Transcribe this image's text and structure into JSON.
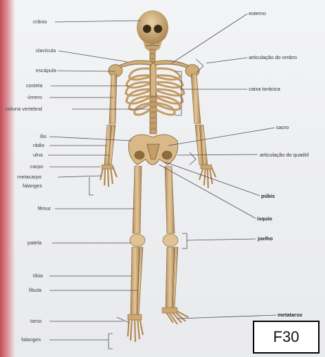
{
  "labels_left": {
    "cranio": "crânio",
    "clavicula": "clavícula",
    "escapula": "escápula",
    "costela": "costela",
    "umero": "úmero",
    "coluna": "coluna vertebral",
    "ilio": "ílio",
    "radio": "rádio",
    "ulna": "ulna",
    "carpo": "carpo",
    "metacarpo": "metacarpo",
    "falanges_mao": "falanges",
    "femur": "fêmur",
    "patela": "patela",
    "tibia": "tíbia",
    "fibula": "fíbula",
    "tarso": "tarso",
    "falanges_pe": "falanges"
  },
  "labels_right": {
    "esterno": "esterno",
    "articulacao_ombro": "articulação do ombro",
    "caixa_toracica": "caixa torácica",
    "sacro": "sacro",
    "articulacao_quadril": "articulação do quadril",
    "pubis": "púbis",
    "isquio": "ísquio",
    "joelho": "joelho",
    "metatarso": "metatarso"
  },
  "badge": "F30",
  "colors": {
    "bone": "#d9b987",
    "bone_shadow": "#a9824f",
    "line": "#555566",
    "background": "#eef0f2"
  }
}
